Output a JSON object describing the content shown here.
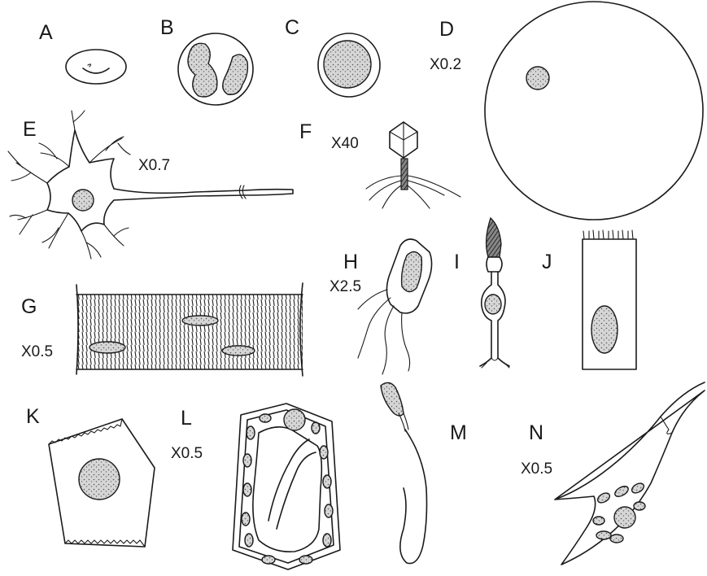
{
  "panels": {
    "A": {
      "letter": "A"
    },
    "B": {
      "letter": "B"
    },
    "C": {
      "letter": "C"
    },
    "D": {
      "letter": "D",
      "scale": "X0.2"
    },
    "E": {
      "letter": "E",
      "scale": "X0.7"
    },
    "F": {
      "letter": "F",
      "scale": "X40"
    },
    "G": {
      "letter": "G",
      "scale": "X0.5"
    },
    "H": {
      "letter": "H",
      "scale": "X2.5"
    },
    "I": {
      "letter": "I"
    },
    "J": {
      "letter": "J"
    },
    "K": {
      "letter": "K"
    },
    "L": {
      "letter": "L",
      "scale": "X0.5"
    },
    "M": {
      "letter": "M"
    },
    "N": {
      "letter": "N",
      "scale": "X0.5"
    }
  }
}
